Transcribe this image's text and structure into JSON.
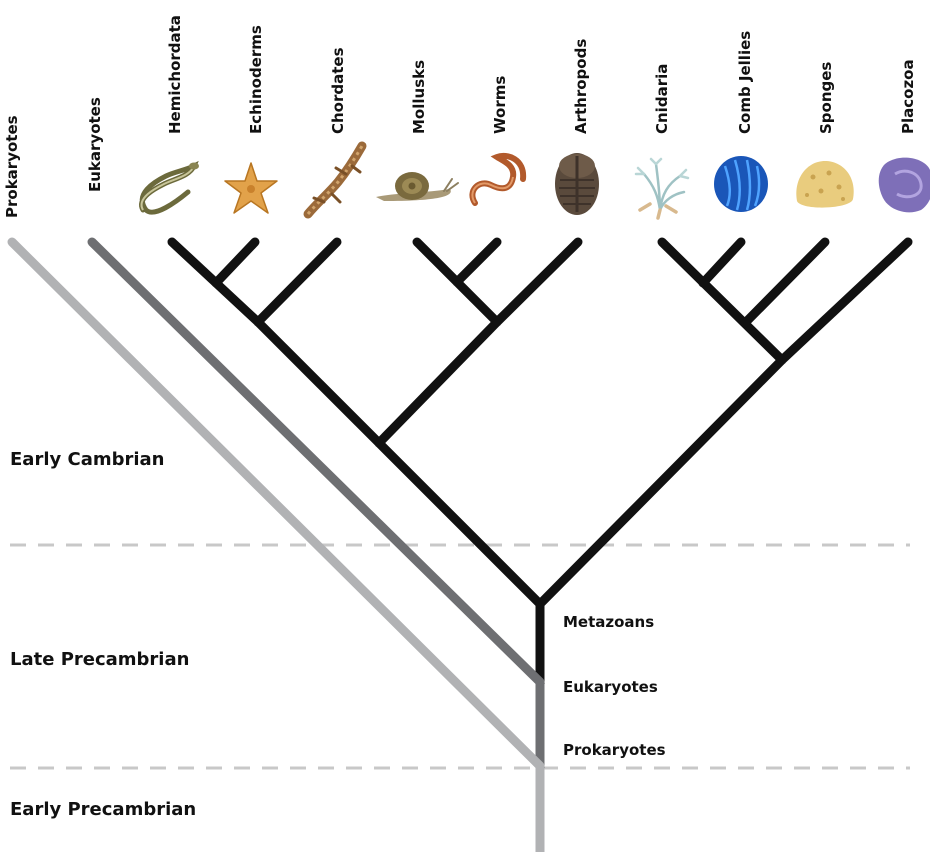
{
  "taxa": [
    {
      "name": "Prokaryotes",
      "icon": "none"
    },
    {
      "name": "Eukaryotes",
      "icon": "none"
    },
    {
      "name": "Hemichordata",
      "icon": "acorn-worm-icon"
    },
    {
      "name": "Echinoderms",
      "icon": "starfish-icon"
    },
    {
      "name": "Chordates",
      "icon": "salamander-icon"
    },
    {
      "name": "Mollusks",
      "icon": "snail-icon"
    },
    {
      "name": "Worms",
      "icon": "worm-icon"
    },
    {
      "name": "Arthropods",
      "icon": "trilobite-icon"
    },
    {
      "name": "Cnidaria",
      "icon": "hydroid-icon"
    },
    {
      "name": "Comb Jellies",
      "icon": "comb-jelly-icon"
    },
    {
      "name": "Sponges",
      "icon": "sponge-icon"
    },
    {
      "name": "Placozoa",
      "icon": "placozoa-icon"
    }
  ],
  "eras": [
    "Early Cambrian",
    "Late Precambrian",
    "Early Precambrian"
  ],
  "nodes": {
    "metazoans": "Metazoans",
    "eukaryotes": "Eukaryotes",
    "prokaryotes": "Prokaryotes"
  },
  "colors": {
    "metazoan_branch": "#111111",
    "eukaryote_branch": "#6e6f72",
    "prokaryote_branch": "#b1b2b4",
    "divider": "#c8c8c8"
  }
}
